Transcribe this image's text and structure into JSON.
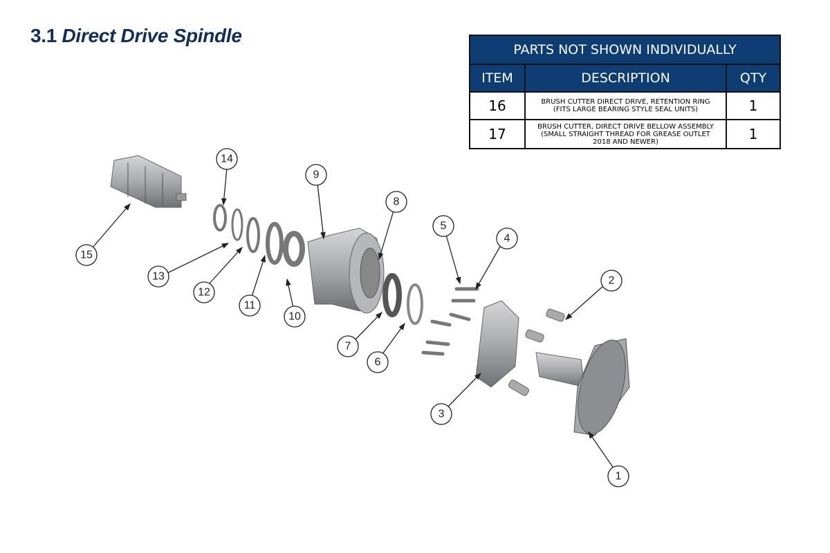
{
  "title": {
    "number": "3.1",
    "text": "Direct Drive Spindle"
  },
  "table": {
    "caption": "PARTS NOT SHOWN INDIVIDUALLY",
    "headers": {
      "item": "ITEM",
      "description": "DESCRIPTION",
      "qty": "QTY"
    },
    "rows": [
      {
        "item": "16",
        "description_line1": "BRUSH CUTTER DIRECT DRIVE, RETENTION RING",
        "description_line2": "(FITS LARGE BEARING STYLE SEAL UNITS)",
        "description_line3": "",
        "qty": "1"
      },
      {
        "item": "17",
        "description_line1": "BRUSH CUTTER, DIRECT DRIVE BELLOW ASSEMBLY",
        "description_line2": "(SMALL STRAIGHT THREAD FOR GREASE OUTLET",
        "description_line3": "2018 AND NEWER)",
        "qty": "1"
      }
    ]
  },
  "callouts": [
    "1",
    "2",
    "3",
    "4",
    "5",
    "6",
    "7",
    "8",
    "9",
    "10",
    "11",
    "12",
    "13",
    "14",
    "15"
  ]
}
